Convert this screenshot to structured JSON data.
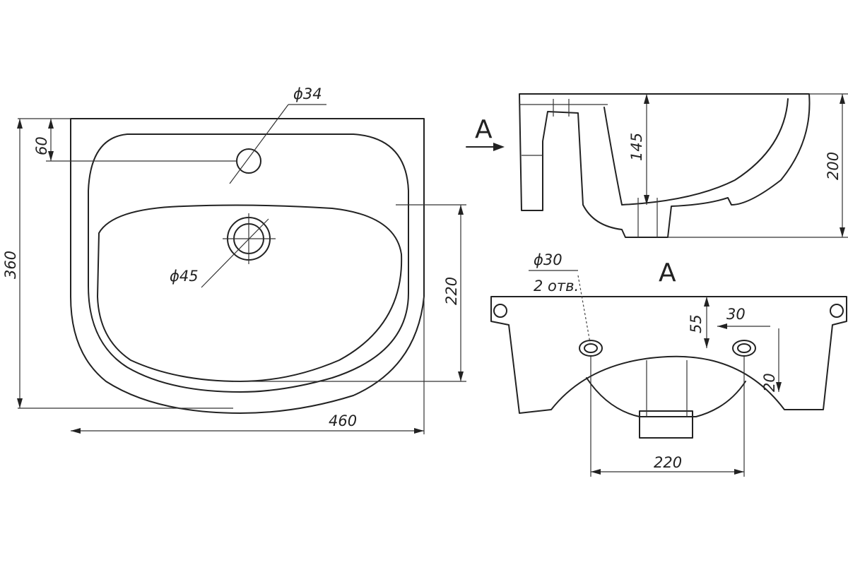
{
  "drawing": {
    "top_view": {
      "dim_faucet_hole": "ϕ34",
      "dim_faucet_offset": "60",
      "dim_drain": "ϕ45",
      "dim_overall_depth": "360",
      "dim_bowl_depth": "220",
      "dim_overall_width": "460"
    },
    "side_view": {
      "view_arrow_label": "A",
      "dim_bowl_height": "145",
      "dim_overall_height": "200"
    },
    "front_view": {
      "title": "A",
      "dim_mount_holes": "ϕ30",
      "dim_mount_holes_count": "2 отв.",
      "dim_hole_vertical": "55",
      "dim_hole_horizontal": "30",
      "dim_hole_spacing": "220",
      "dim_hole_height": "20"
    }
  }
}
